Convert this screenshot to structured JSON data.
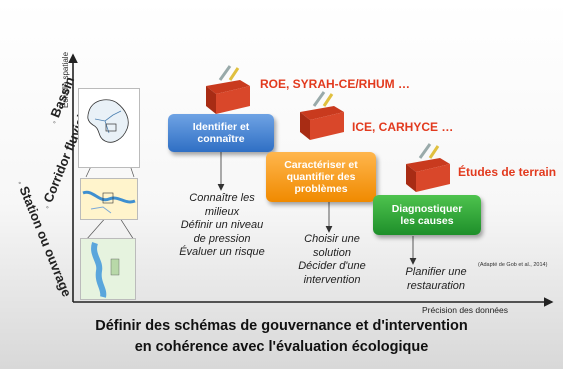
{
  "axes": {
    "y_label": "Échelle spatiale",
    "x_label": "Précision des données",
    "scales": [
      "Bassin",
      "Corridor fluvial",
      "Station",
      "ou ouvrage"
    ]
  },
  "steps": [
    {
      "label": "Identifier et connaître",
      "tools": "ROE, SYRAH-CE/RHUM …",
      "details": [
        "Connaître les",
        "milieux",
        "Définir un niveau",
        "de pression",
        "Évaluer un risque"
      ]
    },
    {
      "label": "Caractériser et quantifier des problèmes",
      "tools": "ICE, CARHYCE …",
      "details": [
        "Choisir une",
        "solution",
        "Décider d'une",
        "intervention"
      ]
    },
    {
      "label": "Diagnostiquer les causes",
      "tools": "Études de terrain",
      "details": [
        "Planifier une",
        "restauration"
      ]
    }
  ],
  "citation": "(Adapté de Gob et al., 2014)",
  "footer": {
    "line1": "Définir des schémas de gouvernance et d'intervention",
    "line2": "en cohérence avec l'évaluation écologique"
  },
  "colors": {
    "blue": "#2f6fc4",
    "orange": "#f08a00",
    "green": "#1e8f2a",
    "tool_red": "#e23a1e"
  }
}
